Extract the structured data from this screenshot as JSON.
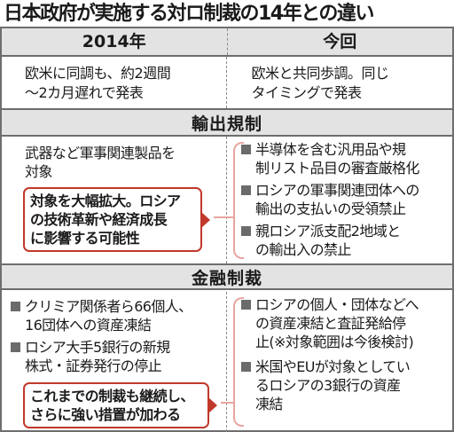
{
  "title": "日本政府が実施する対ロ制裁の14年との違い",
  "columns": {
    "left": "2014年",
    "right": "今回"
  },
  "timing": {
    "left_line1": "欧米に同調も、約2週間",
    "left_line2": "～2カ月遅れで発表",
    "right_line1": "欧米と共同歩調。同じ",
    "right_line2": "タイミングで発表"
  },
  "export": {
    "heading": "輸出規制",
    "left_line1": "武器など軍事関連製品を",
    "left_line2": "対象",
    "callout_line1": "対象を大幅拡大。ロシア",
    "callout_line2": "の技術革新や経済成長",
    "callout_line3": "に影響する可能性",
    "right_items": [
      {
        "line1": "半導体を含む汎用品や規",
        "line2": "制リスト品目の審査厳格化"
      },
      {
        "line1": "ロシアの軍事関連団体への",
        "line2": "輸出の支払いの受領禁止"
      },
      {
        "line1": "親ロシア派支配2地域と",
        "line2": "の輸出入の禁止"
      }
    ]
  },
  "finance": {
    "heading": "金融制裁",
    "left_items": [
      {
        "line1": "クリミア関係者ら66個人、",
        "line2": "16団体への資産凍結"
      },
      {
        "line1": "ロシア大手5銀行の新規",
        "line2": "株式・証券発行の停止"
      }
    ],
    "callout_line1": "これまでの制裁も継続し、",
    "callout_line2": "さらに強い措置が加わる",
    "right_items": [
      {
        "line1": "ロシアの個人・団体などへ",
        "line2": "の資産凍結と査証発給停",
        "line3": "止(※対象範囲は今後検討)"
      },
      {
        "line1": "米国やEUが対象としてい",
        "line2": "るロシアの3銀行の資産",
        "line3": "凍結"
      }
    ]
  }
}
